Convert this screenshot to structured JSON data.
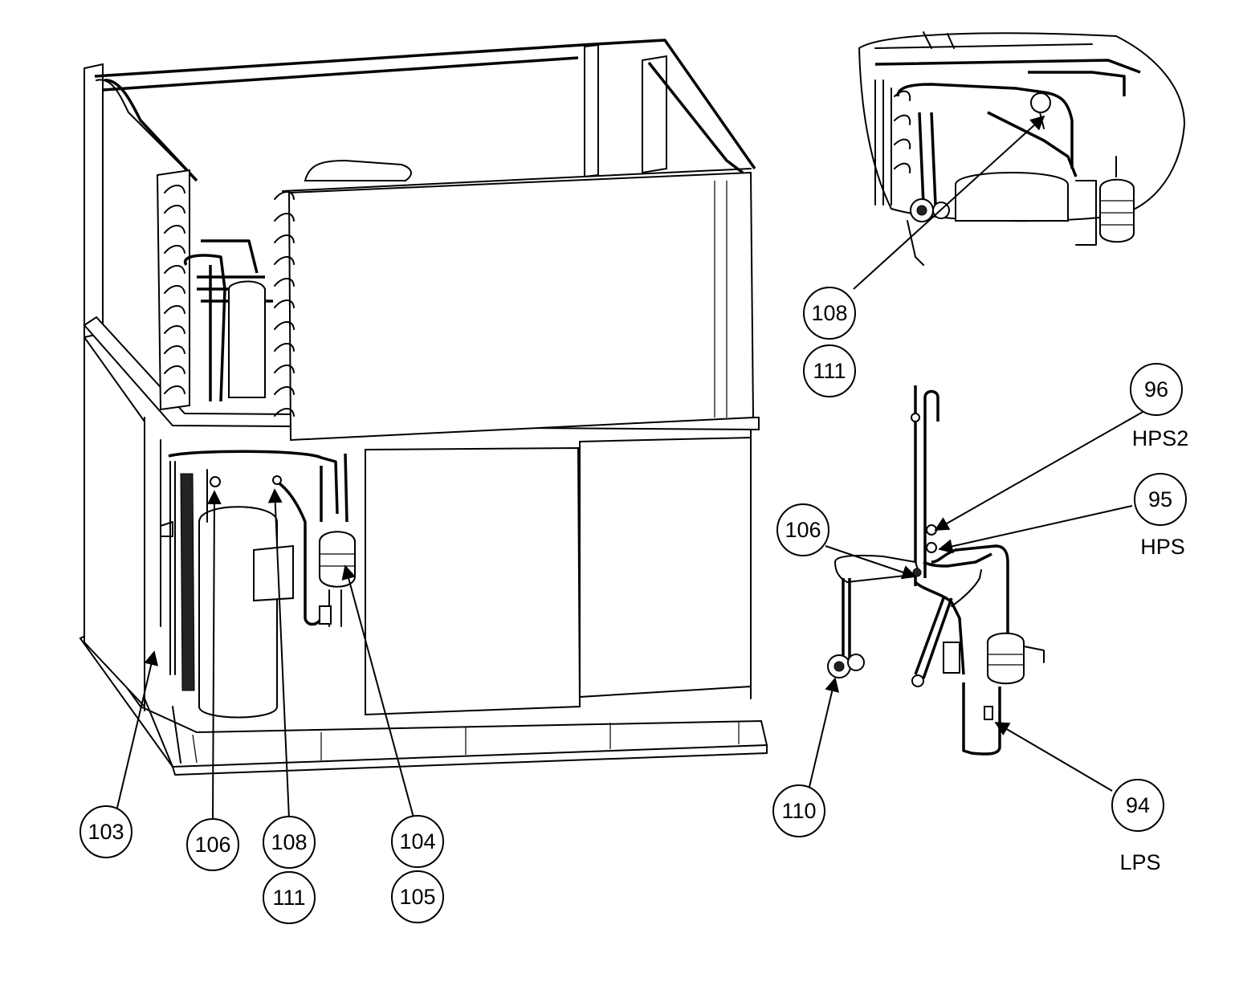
{
  "callouts": {
    "c103": "103",
    "c106_main": "106",
    "c108_main": "108",
    "c111_main": "111",
    "c104": "104",
    "c105": "105",
    "c108_inset": "108",
    "c111_inset": "111",
    "c96": "96",
    "c95": "95",
    "c106_detail": "106",
    "c110": "110",
    "c94": "94"
  },
  "tags": {
    "hps2": "HPS2",
    "hps": "HPS",
    "lps": "LPS"
  }
}
